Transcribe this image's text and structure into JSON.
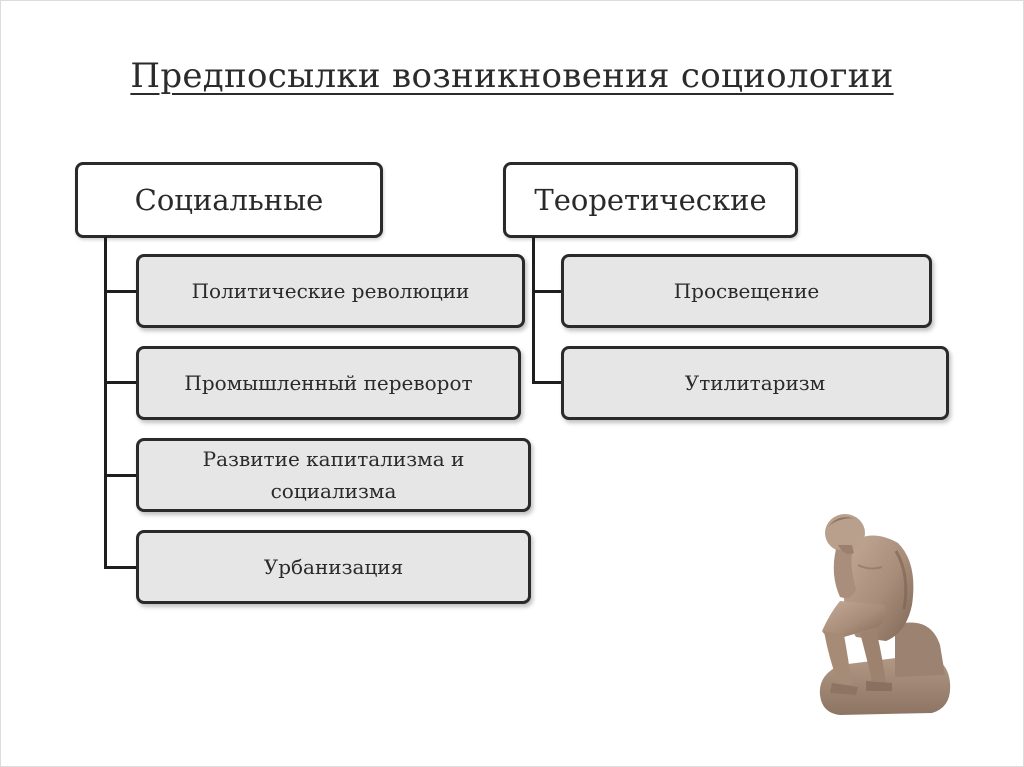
{
  "slide": {
    "title": "Предпосылки возникновения социологии"
  },
  "social": {
    "heading": "Социальные",
    "items": [
      "Политические революции",
      "Промышленный переворот",
      "Развитие капитализма и социализма",
      "Урбанизация"
    ]
  },
  "theoretical": {
    "heading": "Теоретические",
    "items": [
      "Просвещение",
      "Утилитаризм"
    ]
  },
  "illustration": {
    "subject": "thinker-statue"
  }
}
